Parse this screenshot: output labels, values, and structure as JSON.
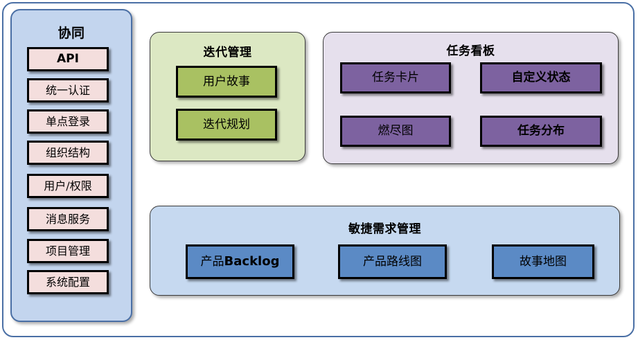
{
  "diagram": {
    "title_present": false,
    "colors": {
      "frame_border": "#4a6fa5",
      "sidebar_fill": "#c3d5ee",
      "sidebar_item_fill": "#f4dedd",
      "iteration_panel_fill": "#dce8c3",
      "iteration_box_fill": "#a9c162",
      "taskboard_panel_fill": "#e6e0ed",
      "taskboard_box_fill": "#7d62a0",
      "agile_panel_fill": "#c6d9f0",
      "agile_box_fill": "#5b8ac5",
      "box_border": "#000000"
    }
  },
  "sidebar": {
    "title": "协同",
    "items": [
      {
        "label": "API"
      },
      {
        "label": "统一认证"
      },
      {
        "label": "单点登录"
      },
      {
        "label": "组织结构"
      },
      {
        "label": "用户/权限"
      },
      {
        "label": "消息服务"
      },
      {
        "label": "项目管理"
      },
      {
        "label": "系统配置"
      }
    ]
  },
  "iteration_panel": {
    "title": "迭代管理",
    "boxes": [
      {
        "label": "用户故事"
      },
      {
        "label": "迭代规划"
      }
    ]
  },
  "taskboard_panel": {
    "title": "任务看板",
    "boxes": [
      {
        "label": "任务卡片"
      },
      {
        "label": "自定义状态"
      },
      {
        "label": "燃尽图"
      },
      {
        "label": "任务分布"
      }
    ]
  },
  "agile_panel": {
    "title": "敏捷需求管理",
    "boxes": [
      {
        "label_cn": "产品",
        "label_latin": "Backlog"
      },
      {
        "label": "产品路线图"
      },
      {
        "label": "故事地图"
      }
    ]
  }
}
